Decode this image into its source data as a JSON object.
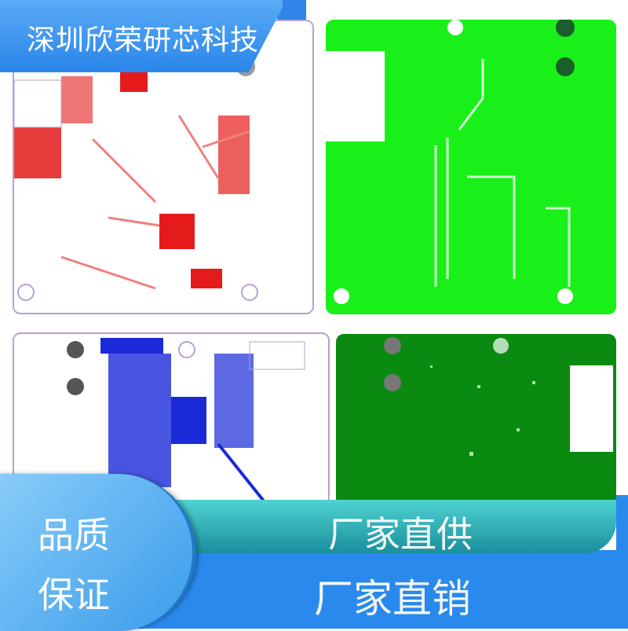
{
  "header": {
    "company_name": "深圳欣荣研芯科技"
  },
  "badge": {
    "line1": "品质",
    "line2": "保证"
  },
  "teal_bar": {
    "label": "厂家直供"
  },
  "footer": {
    "label": "厂家直销"
  },
  "colors": {
    "banner": "#3a96ee",
    "teal": "#3bbfc4",
    "footer": "#2a89ec",
    "pcb_red": "#e51b1b",
    "pcb_green": "#19f019",
    "pcb_blue": "#1a2ad8",
    "pcb_dark_green": "#0a8a10"
  }
}
